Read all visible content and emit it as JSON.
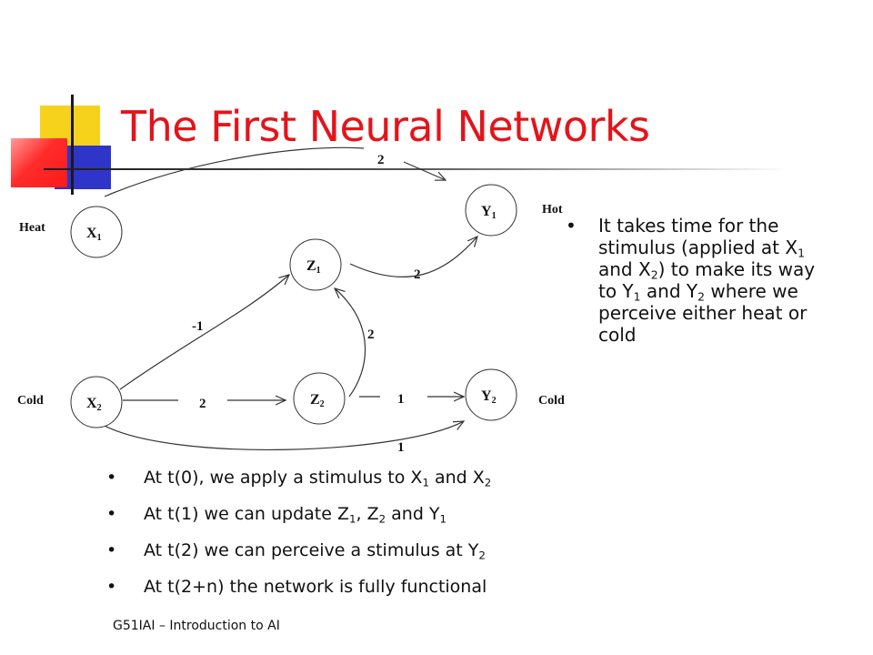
{
  "title": "The First Neural Networks",
  "footer": "G51IAI – Introduction to AI",
  "diagram": {
    "side_labels": {
      "heat": "Heat",
      "hot": "Hot",
      "cold_left": "Cold",
      "cold_right": "Cold"
    },
    "nodes": {
      "x1": {
        "main": "X",
        "sub": "1"
      },
      "x2": {
        "main": "X",
        "sub": "2"
      },
      "z1": {
        "main": "Z",
        "sub": "1"
      },
      "z2": {
        "main": "Z",
        "sub": "2"
      },
      "y1": {
        "main": "Y",
        "sub": "1"
      },
      "y2": {
        "main": "Y",
        "sub": "2"
      }
    },
    "weights": {
      "x1_y1": "2",
      "z1_y1": "2",
      "z2_z1": "2",
      "x2_z1": "-1",
      "x2_z2": "2",
      "z2_y2": "1",
      "x2_y2": "1"
    }
  },
  "right_text": {
    "p1": "It takes time for the stimulus (applied at X",
    "s1": "1",
    "p2": " and X",
    "s2": "2",
    "p3": ") to make its way to Y",
    "s3": "1",
    "p4": " and Y",
    "s4": "2",
    "p5": " where we perceive either heat or cold"
  },
  "bullets": {
    "b1": {
      "t1": "At t(0), we apply a stimulus to X",
      "s1": "1",
      "t2": " and X",
      "s2": "2"
    },
    "b2": {
      "t1": "At t(1) we can update Z",
      "s1": "1",
      "t2": ", Z",
      "s2": "2",
      "t3": " and Y",
      "s3": "1"
    },
    "b3": {
      "t1": "At t(2) we can perceive a stimulus at Y",
      "s1": "2"
    },
    "b4": {
      "t1": "At t(2+n) the network is fully functional"
    }
  },
  "colors": {
    "title": "#e4141b",
    "deco_yellow": "#f7d21d",
    "deco_blue": "#2f35c9",
    "deco_red": "#ff2b2b"
  }
}
